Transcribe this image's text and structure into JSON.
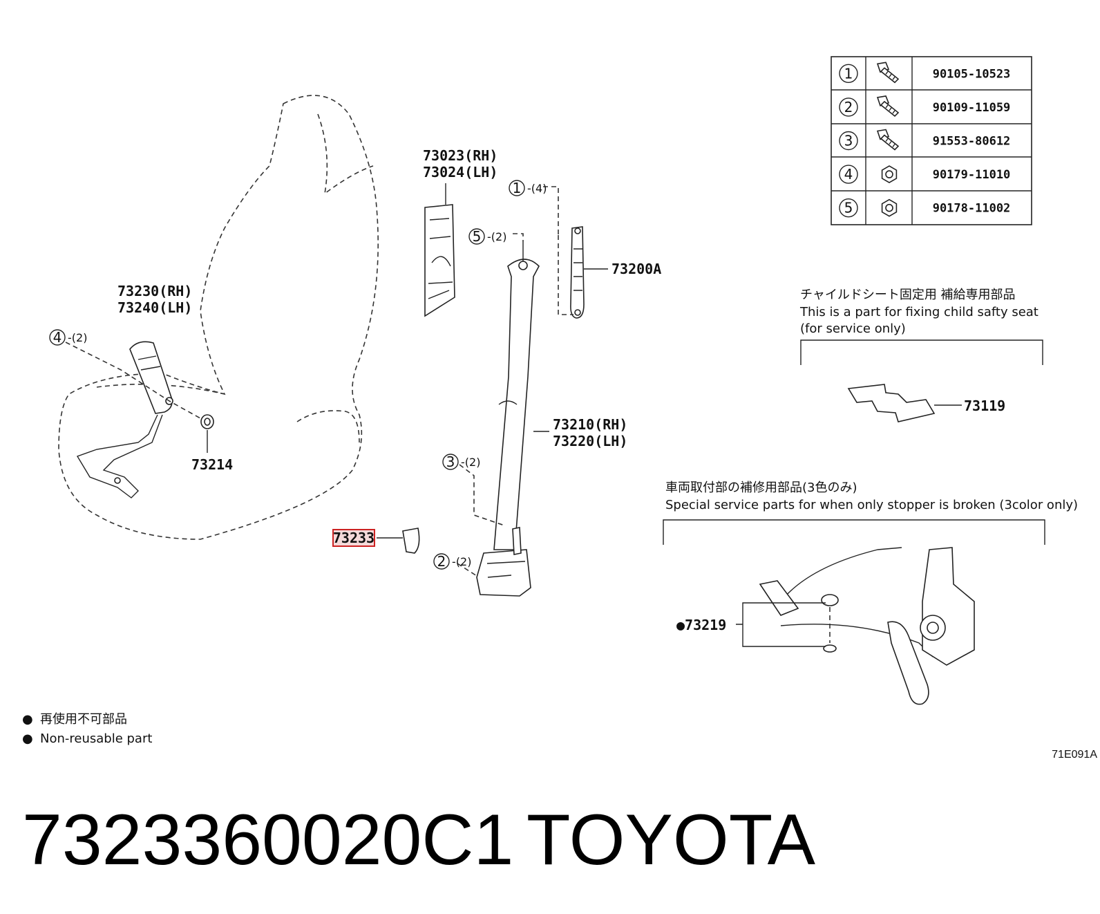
{
  "part_number_title": "7323360020C1",
  "brand_title": "TOYOTA",
  "diagram_ref": "71E091A",
  "highlight_color": "#cc2222",
  "fastener_table": [
    {
      "index": "1",
      "part": "90105-10523",
      "icon": "flange-bolt-icon"
    },
    {
      "index": "2",
      "part": "90109-11059",
      "icon": "shoulder-bolt-icon"
    },
    {
      "index": "3",
      "part": "91553-80612",
      "icon": "bolt-icon"
    },
    {
      "index": "4",
      "part": "90179-11010",
      "icon": "hex-nut-icon"
    },
    {
      "index": "5",
      "part": "90178-11002",
      "icon": "hex-nut-icon"
    }
  ],
  "labels": {
    "cover_rh": "73023(RH)",
    "cover_lh": "73024(LH)",
    "adjuster": "73200A",
    "buckle_rh": "73230(RH)",
    "buckle_lh": "73240(LH)",
    "washer": "73214",
    "belt_rh": "73210(RH)",
    "belt_lh": "73220(LH)",
    "stopper_highlight": "73233",
    "child_seat_part": "73119",
    "stopper_service_part": "●73219"
  },
  "callouts": {
    "c1": {
      "index": "1",
      "qty": "-(4)"
    },
    "c5": {
      "index": "5",
      "qty": "-(2)"
    },
    "c4": {
      "index": "4",
      "qty": "-(2)"
    },
    "c3": {
      "index": "3",
      "qty": "-(2)"
    },
    "c2": {
      "index": "2",
      "qty": "-(2)"
    }
  },
  "notes": {
    "child_seat_jp": "チャイルドシート固定用 補給専用部品",
    "child_seat_en1": "This is a part for fixing child safty seat",
    "child_seat_en2": "(for service only)",
    "stopper_jp": "車両取付部の補修用部品(3色のみ)",
    "stopper_en": "Special service parts for when only stopper is broken (3color only)",
    "legend_jp": "再使用不可部品",
    "legend_en": "Non-reusable part",
    "legend_bullet": "●"
  }
}
